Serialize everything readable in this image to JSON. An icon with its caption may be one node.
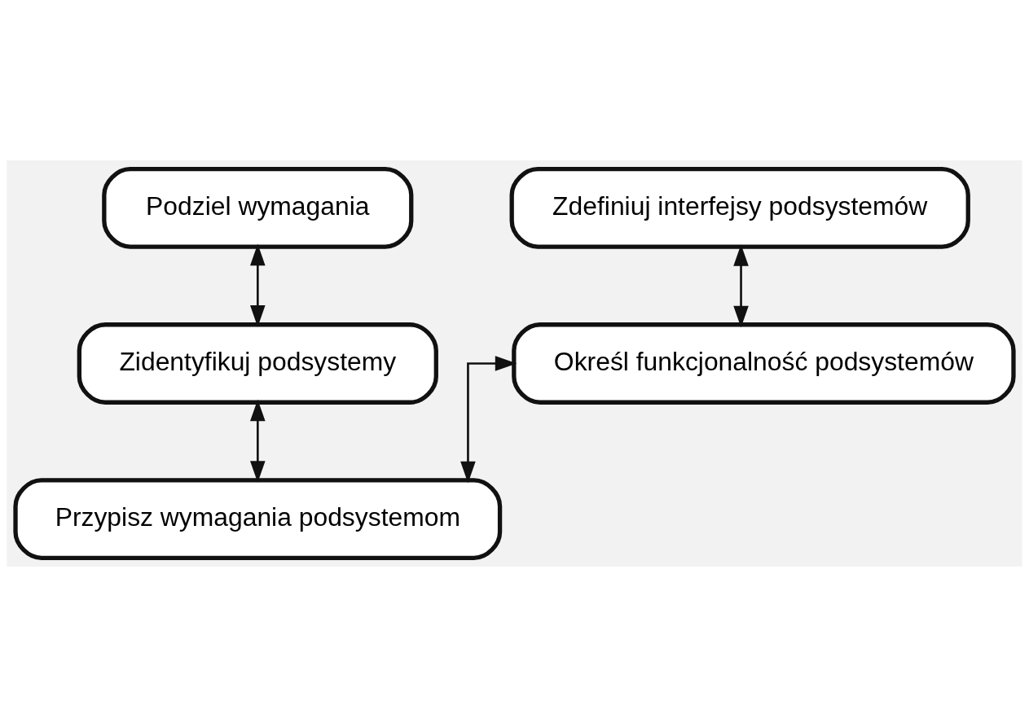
{
  "diagram": {
    "nodes": [
      {
        "text": [
          "Podziel wymagania"
        ]
      },
      {
        "text": [
          "Zidentyfikuj podsystemy"
        ]
      },
      {
        "text": [
          "Przypisz wymagania podsystemom"
        ]
      },
      {
        "text": [
          "Określ funkcjonalność podsystemów"
        ]
      },
      {
        "text": [
          "Zdefiniuj interfejsy podsystemów"
        ]
      }
    ],
    "edges": [
      {
        "from": 0,
        "to": 1,
        "arrow": "both"
      },
      {
        "from": 1,
        "to": 2,
        "arrow": "both"
      },
      {
        "from": 2,
        "to": 3,
        "arrow": "both"
      },
      {
        "from": 3,
        "to": 4,
        "arrow": "both"
      }
    ]
  }
}
